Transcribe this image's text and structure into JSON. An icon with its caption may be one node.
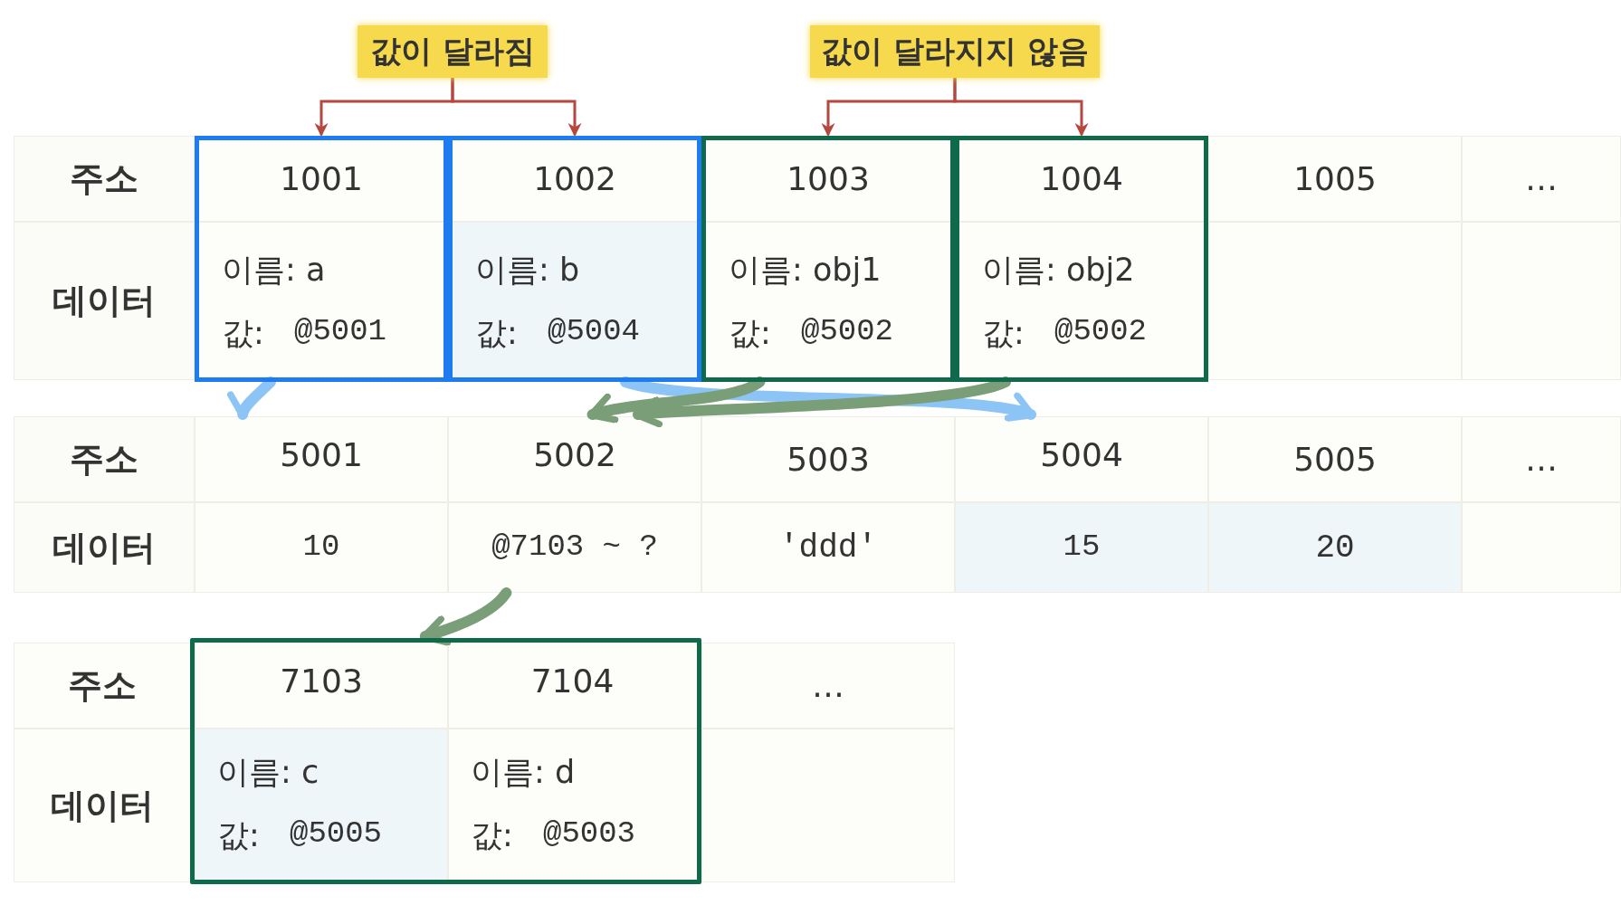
{
  "diagram": {
    "nodes": [
      {
        "text": [
          "값이 달라짐"
        ]
      },
      {
        "text": [
          "값이 달라지지 않음"
        ]
      },
      {
        "text": [
          "1001",
          "이름: a",
          "값:",
          "@5001"
        ]
      },
      {
        "text": [
          "1002",
          "이름: b",
          "값:",
          "@5004"
        ]
      },
      {
        "text": [
          "1003",
          "이름: obj1",
          "값:",
          "@5002"
        ]
      },
      {
        "text": [
          "1004",
          "이름: obj2",
          "값:",
          "@5002"
        ]
      },
      {
        "text": [
          "5001",
          "10"
        ]
      },
      {
        "text": [
          "5002",
          "@7103 ~ ?"
        ]
      },
      {
        "text": [
          "5004",
          "15"
        ]
      },
      {
        "text": [],
        "shape": "box"
      },
      {
        "text": [
          "7103",
          "이름: c",
          "값:",
          "@5005"
        ],
        "in": 9
      },
      {
        "text": [
          "7104",
          "이름: d",
          "값:",
          "@5003"
        ],
        "in": 9
      }
    ],
    "edges": [
      {
        "from": 0,
        "to": 2,
        "arrow": "to"
      },
      {
        "from": 0,
        "to": 3,
        "arrow": "to"
      },
      {
        "from": 1,
        "to": 4,
        "arrow": "to"
      },
      {
        "from": 1,
        "to": 5,
        "arrow": "to"
      },
      {
        "from": 2,
        "to": 6,
        "arrow": "to",
        "color": "#8cc4f5"
      },
      {
        "from": 3,
        "to": 8,
        "arrow": "to",
        "color": "#8cc4f5"
      },
      {
        "from": 4,
        "to": 7,
        "arrow": "to",
        "color": "#7a9e78"
      },
      {
        "from": 5,
        "to": 7,
        "arrow": "to",
        "color": "#7a9e78"
      },
      {
        "from": 7,
        "to": 9,
        "arrow": "to",
        "color": "#7a9e78"
      }
    ],
    "labels": [
      "주소",
      "1005",
      "…",
      "데이터",
      "주소",
      "5003",
      "5005",
      "…",
      "데이터",
      "'ddd'",
      "20",
      "주소",
      "…",
      "데이터"
    ]
  }
}
